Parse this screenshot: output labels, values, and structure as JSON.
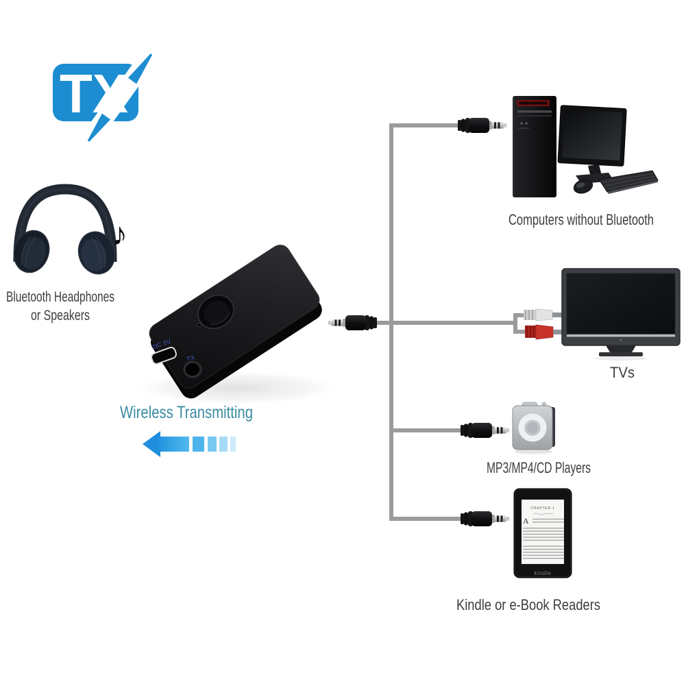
{
  "diagram": {
    "logo": {
      "text": "TX"
    },
    "headphones": {
      "label_line1": "Bluetooth Headphones",
      "label_line2": "or Speakers"
    },
    "transmitter": {
      "label": "Wireless Transmitting",
      "power_port_label": "DC 5V",
      "tx_port_label": "TX"
    },
    "devices": {
      "computer": {
        "label": "Computers without Bluetooth"
      },
      "tv": {
        "label": "TVs"
      },
      "mp3": {
        "label": "MP3/MP4/CD Players"
      },
      "ereader": {
        "label": "Kindle or e-Book Readers",
        "screen_heading": "CHAPTER 1",
        "brand": "kindle"
      }
    }
  },
  "icons": {
    "music_note": "♪"
  },
  "colors": {
    "logo_blue": "#1d8dd1",
    "label_gray": "#3d3d3d",
    "transmit_label_teal": "#3b8ba3",
    "cable_gray": "#9b9b9b",
    "port_label_blue": "#4455c5",
    "arrow_head": "#1f8fdd",
    "arrow_fade_1": "#4fb4ec",
    "arrow_fade_2": "#79c8f1",
    "arrow_fade_3": "#a5dbf6",
    "arrow_fade_4": "#cdeafa",
    "rca_white": "#e3e3e3",
    "rca_red": "#c8342a"
  }
}
